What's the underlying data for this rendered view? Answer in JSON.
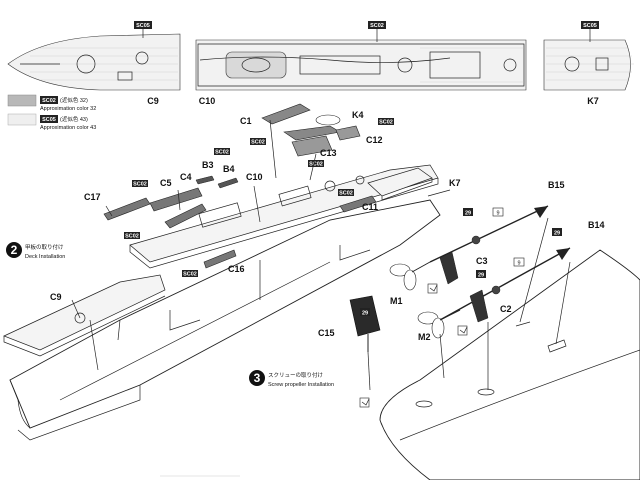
{
  "legend": [
    {
      "code": "SC02",
      "text": "(近似色 32)",
      "sub": "Approximation color 32",
      "swatch": "#b8b8b8"
    },
    {
      "code": "SC05",
      "text": "(近似色 43)",
      "sub": "Approximation color 43",
      "swatch": "#efefef"
    }
  ],
  "topview": {
    "labels": [
      "C9",
      "C10",
      "K7"
    ],
    "sc_tags": [
      "SC05",
      "SC02",
      "SC05"
    ]
  },
  "parts": [
    "C1",
    "K4",
    "C12",
    "C13",
    "B3",
    "B4",
    "C4",
    "C5",
    "C10",
    "K7",
    "C17",
    "C11",
    "C16",
    "C9",
    "B15",
    "B14",
    "C3",
    "C2",
    "M1",
    "M2",
    "C15"
  ],
  "sc_tags_assembly": [
    "SC02",
    "SC02",
    "SC02",
    "SC02",
    "SC02",
    "SC02",
    "SC02",
    "SC02"
  ],
  "numbers": [
    "9",
    "9",
    "29",
    "29",
    "29",
    "29"
  ],
  "steps": [
    {
      "num": "2",
      "jp": "甲板の取り付け",
      "en": "Deck Installation"
    },
    {
      "num": "3",
      "jp": "スクリューの取り付け",
      "en": "Screw propeller Installation"
    }
  ],
  "colors": {
    "line": "#222222",
    "paint_dark": "#333333",
    "tag_bg": "#222222"
  }
}
